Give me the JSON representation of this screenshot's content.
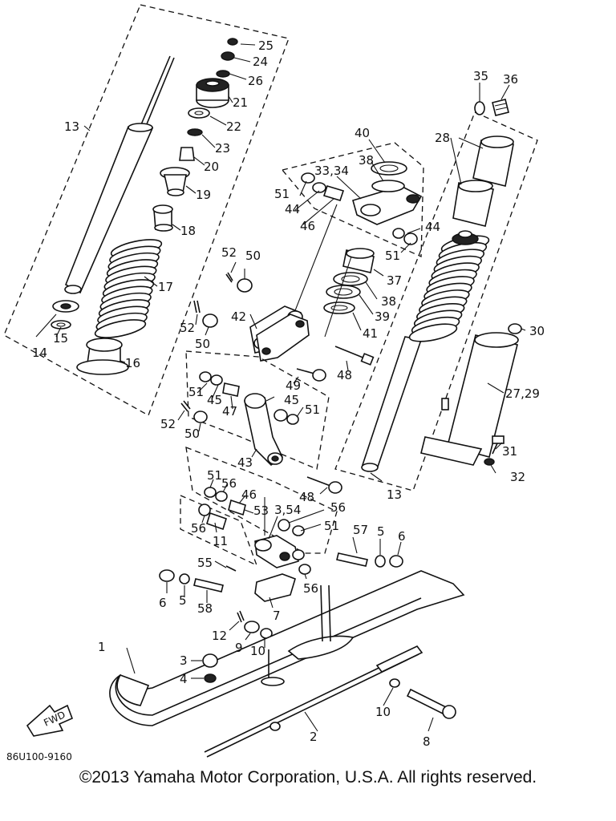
{
  "diagram": {
    "labels": [
      "13",
      "14",
      "15",
      "16",
      "17",
      "18",
      "19",
      "20",
      "21",
      "22",
      "23",
      "24",
      "25",
      "26",
      "35",
      "36",
      "28",
      "40",
      "38",
      "33,34",
      "51",
      "44",
      "46",
      "44",
      "51",
      "37",
      "38",
      "39",
      "41",
      "30",
      "27,29",
      "31",
      "32",
      "13",
      "52",
      "50",
      "42",
      "52",
      "50",
      "49",
      "48",
      "51",
      "45",
      "47",
      "45",
      "51",
      "52",
      "50",
      "43",
      "48",
      "51",
      "56",
      "46",
      "53",
      "3,54",
      "56",
      "51",
      "57",
      "5",
      "6",
      "56",
      "11",
      "55",
      "6",
      "5",
      "58",
      "7",
      "56",
      "12",
      "9",
      "10",
      "1",
      "3",
      "4",
      "10",
      "2",
      "8"
    ],
    "part_code": "86U100-9160",
    "fwd_badge": "FWD"
  },
  "footer": {
    "copyright": "©2013 Yamaha Motor Corporation, U.S.A. All rights reserved."
  }
}
